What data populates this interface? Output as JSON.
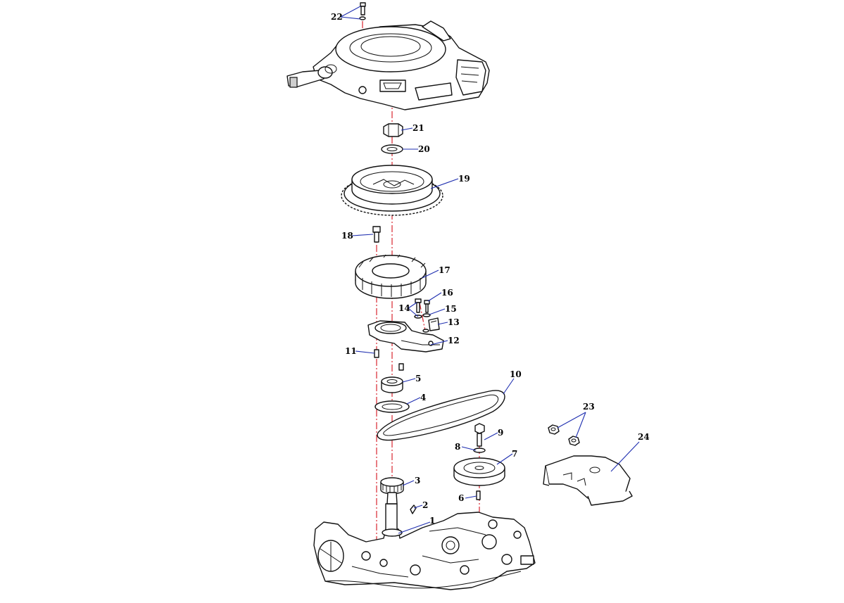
{
  "diagram": {
    "colors": {
      "leader": "#1f2fb0",
      "axis": "#d8262f",
      "linework": "#111111",
      "background": "#ffffff"
    },
    "callouts": [
      "1",
      "2",
      "3",
      "4",
      "5",
      "6",
      "7",
      "8",
      "9",
      "10",
      "11",
      "12",
      "13",
      "14",
      "15",
      "16",
      "17",
      "18",
      "19",
      "20",
      "21",
      "22",
      "23",
      "24"
    ]
  }
}
